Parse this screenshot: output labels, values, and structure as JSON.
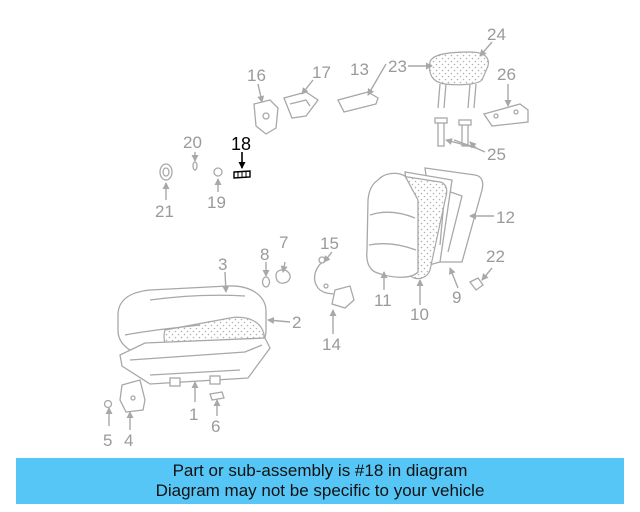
{
  "callouts": [
    "1",
    "2",
    "3",
    "4",
    "5",
    "6",
    "8",
    "7",
    "9",
    "10",
    "11",
    "12",
    "13",
    "14",
    "15",
    "16",
    "17",
    "18",
    "19",
    "20",
    "21",
    "22",
    "23",
    "24",
    "25",
    "26"
  ],
  "highlighted": "18",
  "banner": {
    "line1": "Part or sub-assembly is #18 in diagram",
    "line2": "Diagram may not be specific to your vehicle"
  },
  "colors": {
    "banner": "#56c6f7",
    "part_lines": "#a8a8a8",
    "highlight": "#000000"
  }
}
